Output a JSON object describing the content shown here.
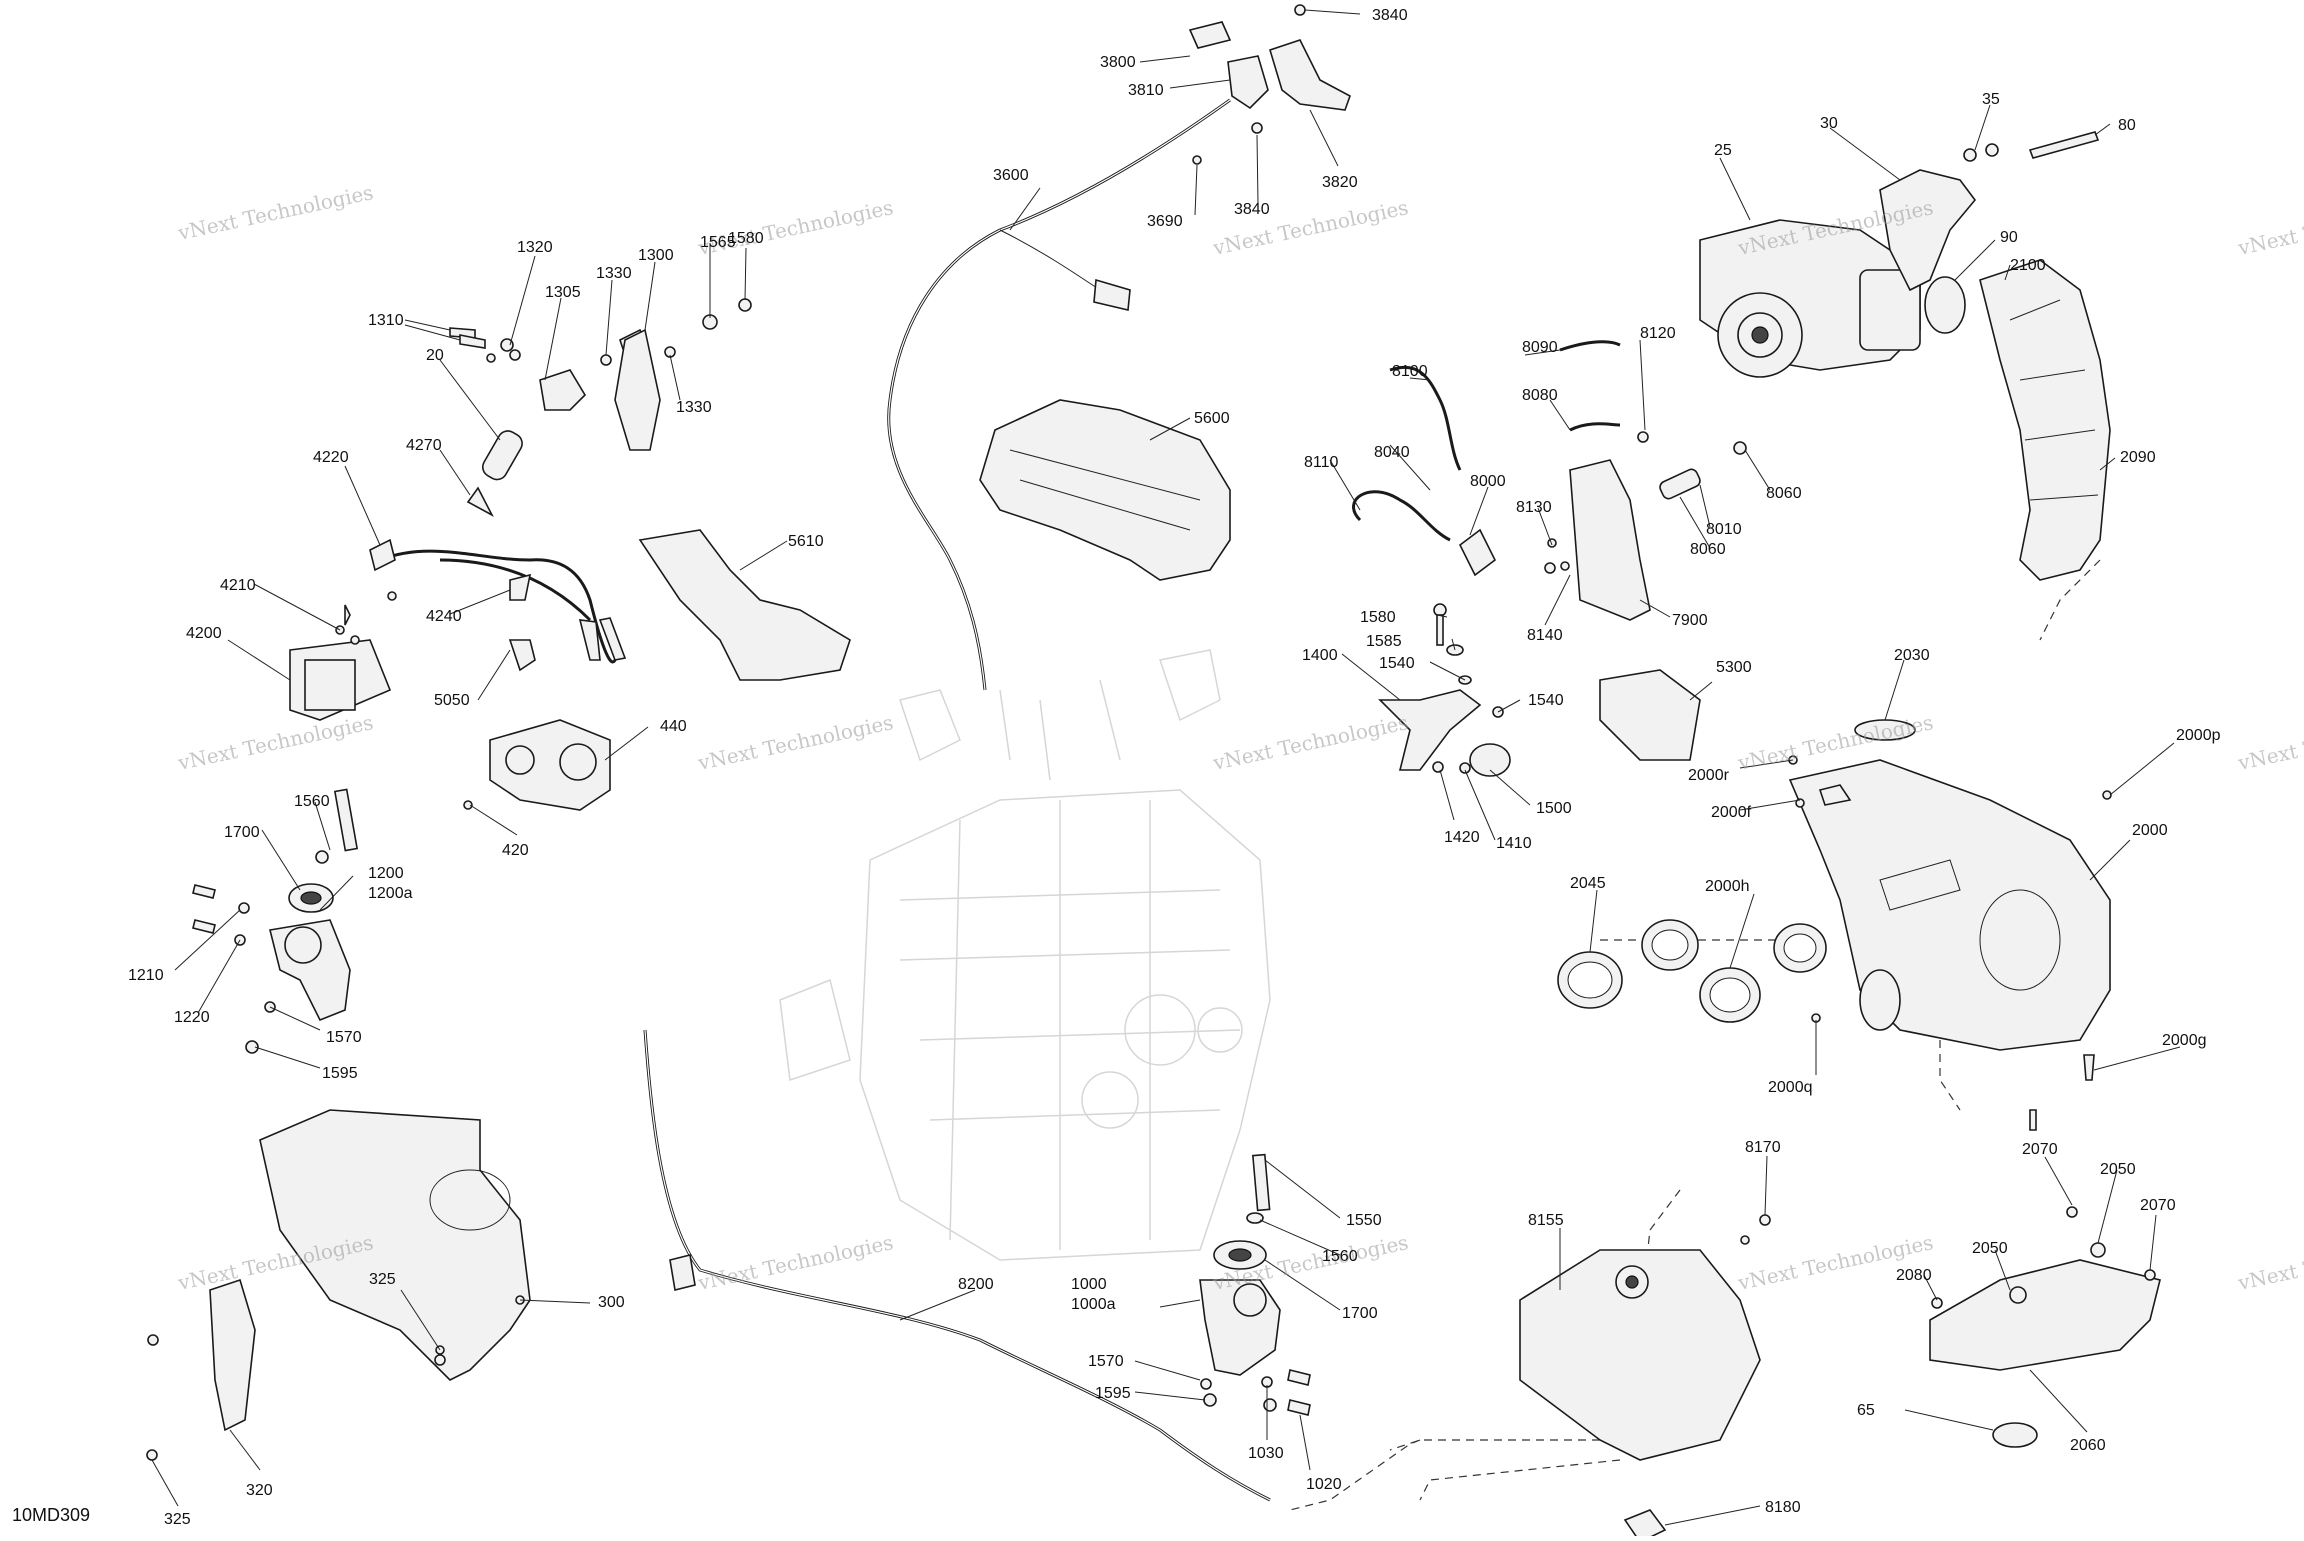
{
  "diagram": {
    "code": "10MD309",
    "watermark": [
      "vNext Technologies"
    ],
    "parts": [
      {
        "id": "p3840a",
        "label": "3840"
      },
      {
        "id": "p3800",
        "label": "3800"
      },
      {
        "id": "p3810",
        "label": "3810"
      },
      {
        "id": "p3820",
        "label": "3820"
      },
      {
        "id": "p3840b",
        "label": "3840"
      },
      {
        "id": "p3600",
        "label": "3600"
      },
      {
        "id": "p3690",
        "label": "3690"
      },
      {
        "id": "p1320",
        "label": "1320"
      },
      {
        "id": "p1330a",
        "label": "1330"
      },
      {
        "id": "p1300",
        "label": "1300"
      },
      {
        "id": "p1565",
        "label": "1565"
      },
      {
        "id": "p1580a",
        "label": "1580"
      },
      {
        "id": "p1305",
        "label": "1305"
      },
      {
        "id": "p1310",
        "label": "1310"
      },
      {
        "id": "p20",
        "label": "20"
      },
      {
        "id": "p1330b",
        "label": "1330"
      },
      {
        "id": "p4270",
        "label": "4270"
      },
      {
        "id": "p4220",
        "label": "4220"
      },
      {
        "id": "p4210",
        "label": "4210"
      },
      {
        "id": "p4240",
        "label": "4240"
      },
      {
        "id": "p4200",
        "label": "4200"
      },
      {
        "id": "p5050",
        "label": "5050"
      },
      {
        "id": "p5600",
        "label": "5600"
      },
      {
        "id": "p5610",
        "label": "5610"
      },
      {
        "id": "p440",
        "label": "440"
      },
      {
        "id": "p420",
        "label": "420"
      },
      {
        "id": "p1560a",
        "label": "1560"
      },
      {
        "id": "p1700a",
        "label": "1700"
      },
      {
        "id": "p1200",
        "label": "1200"
      },
      {
        "id": "p1200a",
        "label": "1200a"
      },
      {
        "id": "p1210",
        "label": "1210"
      },
      {
        "id": "p1220",
        "label": "1220"
      },
      {
        "id": "p1570a",
        "label": "1570"
      },
      {
        "id": "p1595a",
        "label": "1595"
      },
      {
        "id": "p25",
        "label": "25"
      },
      {
        "id": "p30",
        "label": "30"
      },
      {
        "id": "p35",
        "label": "35"
      },
      {
        "id": "p80",
        "label": "80"
      },
      {
        "id": "p90",
        "label": "90"
      },
      {
        "id": "p2100",
        "label": "2100"
      },
      {
        "id": "p2090",
        "label": "2090"
      },
      {
        "id": "p8120",
        "label": "8120"
      },
      {
        "id": "p8090",
        "label": "8090"
      },
      {
        "id": "p8080",
        "label": "8080"
      },
      {
        "id": "p8100",
        "label": "8100"
      },
      {
        "id": "p8040",
        "label": "8040"
      },
      {
        "id": "p8110",
        "label": "8110"
      },
      {
        "id": "p8000",
        "label": "8000"
      },
      {
        "id": "p8060a",
        "label": "8060"
      },
      {
        "id": "p8010",
        "label": "8010"
      },
      {
        "id": "p8060b",
        "label": "8060"
      },
      {
        "id": "p8130",
        "label": "8130"
      },
      {
        "id": "p8140",
        "label": "8140"
      },
      {
        "id": "p7900",
        "label": "7900"
      },
      {
        "id": "p1580b",
        "label": "1580"
      },
      {
        "id": "p1585",
        "label": "1585"
      },
      {
        "id": "p1540a",
        "label": "1540"
      },
      {
        "id": "p1400",
        "label": "1400"
      },
      {
        "id": "p1540b",
        "label": "1540"
      },
      {
        "id": "p1420",
        "label": "1420"
      },
      {
        "id": "p1410",
        "label": "1410"
      },
      {
        "id": "p1500",
        "label": "1500"
      },
      {
        "id": "p5300",
        "label": "5300"
      },
      {
        "id": "p2030",
        "label": "2030"
      },
      {
        "id": "p2000r",
        "label": "2000r"
      },
      {
        "id": "p2000f",
        "label": "2000f"
      },
      {
        "id": "p2000p",
        "label": "2000p"
      },
      {
        "id": "p2000",
        "label": "2000"
      },
      {
        "id": "p2045",
        "label": "2045"
      },
      {
        "id": "p2000h",
        "label": "2000h"
      },
      {
        "id": "p2000g",
        "label": "2000g"
      },
      {
        "id": "p2000q",
        "label": "2000q"
      },
      {
        "id": "p8170",
        "label": "8170"
      },
      {
        "id": "p8155",
        "label": "8155"
      },
      {
        "id": "p2070a",
        "label": "2070"
      },
      {
        "id": "p2050a",
        "label": "2050"
      },
      {
        "id": "p2070b",
        "label": "2070"
      },
      {
        "id": "p2050b",
        "label": "2050"
      },
      {
        "id": "p2080",
        "label": "2080"
      },
      {
        "id": "p2060",
        "label": "2060"
      },
      {
        "id": "p65",
        "label": "65"
      },
      {
        "id": "p8180",
        "label": "8180"
      },
      {
        "id": "p1550",
        "label": "1550"
      },
      {
        "id": "p1560b",
        "label": "1560"
      },
      {
        "id": "p1700b",
        "label": "1700"
      },
      {
        "id": "p1000",
        "label": "1000"
      },
      {
        "id": "p1000a",
        "label": "1000a"
      },
      {
        "id": "p1570b",
        "label": "1570"
      },
      {
        "id": "p1595b",
        "label": "1595"
      },
      {
        "id": "p1030",
        "label": "1030"
      },
      {
        "id": "p1020",
        "label": "1020"
      },
      {
        "id": "p8200",
        "label": "8200"
      },
      {
        "id": "p300",
        "label": "300"
      },
      {
        "id": "p325a",
        "label": "325"
      },
      {
        "id": "p320",
        "label": "320"
      },
      {
        "id": "p325b",
        "label": "325"
      }
    ]
  }
}
